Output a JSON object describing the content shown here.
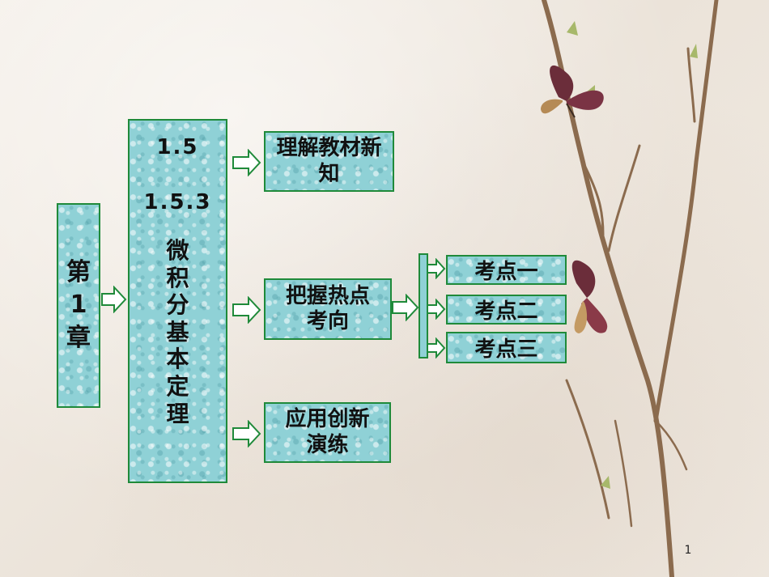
{
  "colors": {
    "box_fill": "#8fd1d6",
    "box_border": "#1f8a3a",
    "background": "#f1ebe3"
  },
  "chapter": {
    "lines": [
      "第",
      "1",
      "章"
    ]
  },
  "section": {
    "number": "1.5",
    "subnumber": "1.5.3",
    "title": "微积分基本定理"
  },
  "topics": [
    {
      "label": "理解教材新知"
    },
    {
      "label": "把握热点考向"
    },
    {
      "label": "应用创新演练"
    }
  ],
  "key_points": [
    {
      "label": "考点一"
    },
    {
      "label": "考点二"
    },
    {
      "label": "考点三"
    }
  ],
  "page_number": "1",
  "icons": [
    "arrow-right-icon",
    "butterfly-icon",
    "branch-decoration"
  ]
}
